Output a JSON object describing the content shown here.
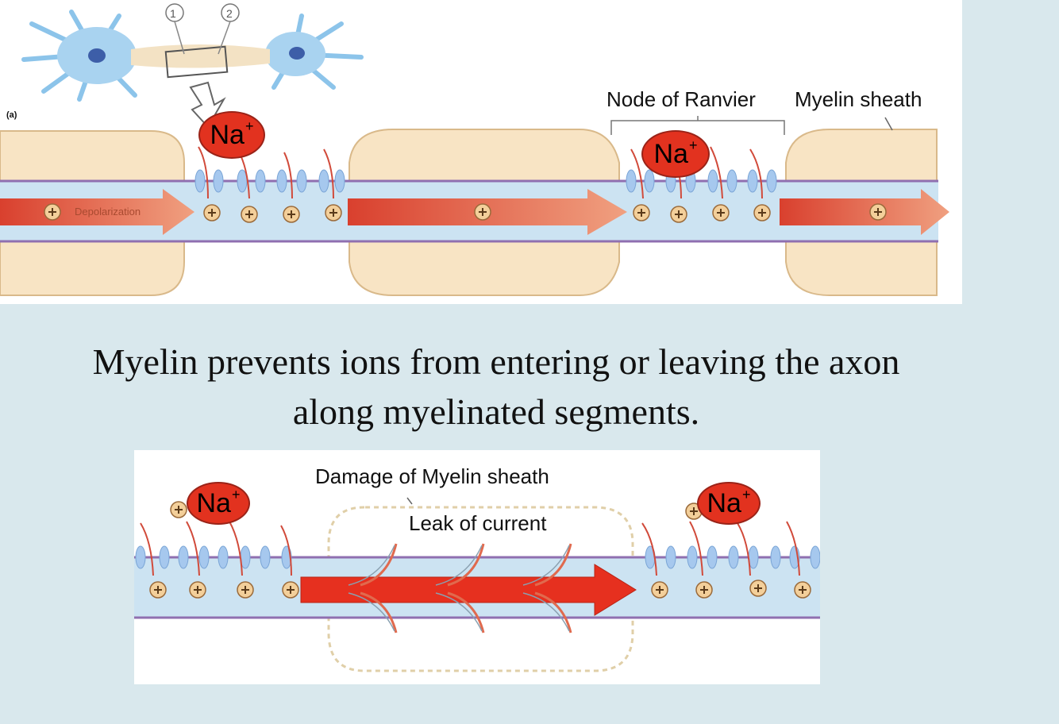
{
  "colors": {
    "background": "#d9e8ed",
    "myelin": "#f8e4c4",
    "myelin_stroke": "#d9b98a",
    "axon": "#cce3f2",
    "membrane": "#8f6fb0",
    "channel": "#a6c8ee",
    "sodium": "#e2321f",
    "charge": "#f3cf9a"
  },
  "top_diagram": {
    "panel_label": "(a)",
    "node_label": "Node of Ranvier",
    "myelin_label": "Myelin sheath",
    "arrow_label": "Depolarization",
    "neuron_markers": [
      "1",
      "2"
    ],
    "ion": {
      "symbol": "Na",
      "charge": "+"
    }
  },
  "caption": {
    "line1": "Myelin prevents ions from entering or leaving the axon",
    "line2": "along myelinated segments."
  },
  "bottom_diagram": {
    "damage_label": "Damage of Myelin sheath",
    "leak_label": "Leak of current",
    "ion": {
      "symbol": "Na",
      "charge": "+"
    }
  }
}
